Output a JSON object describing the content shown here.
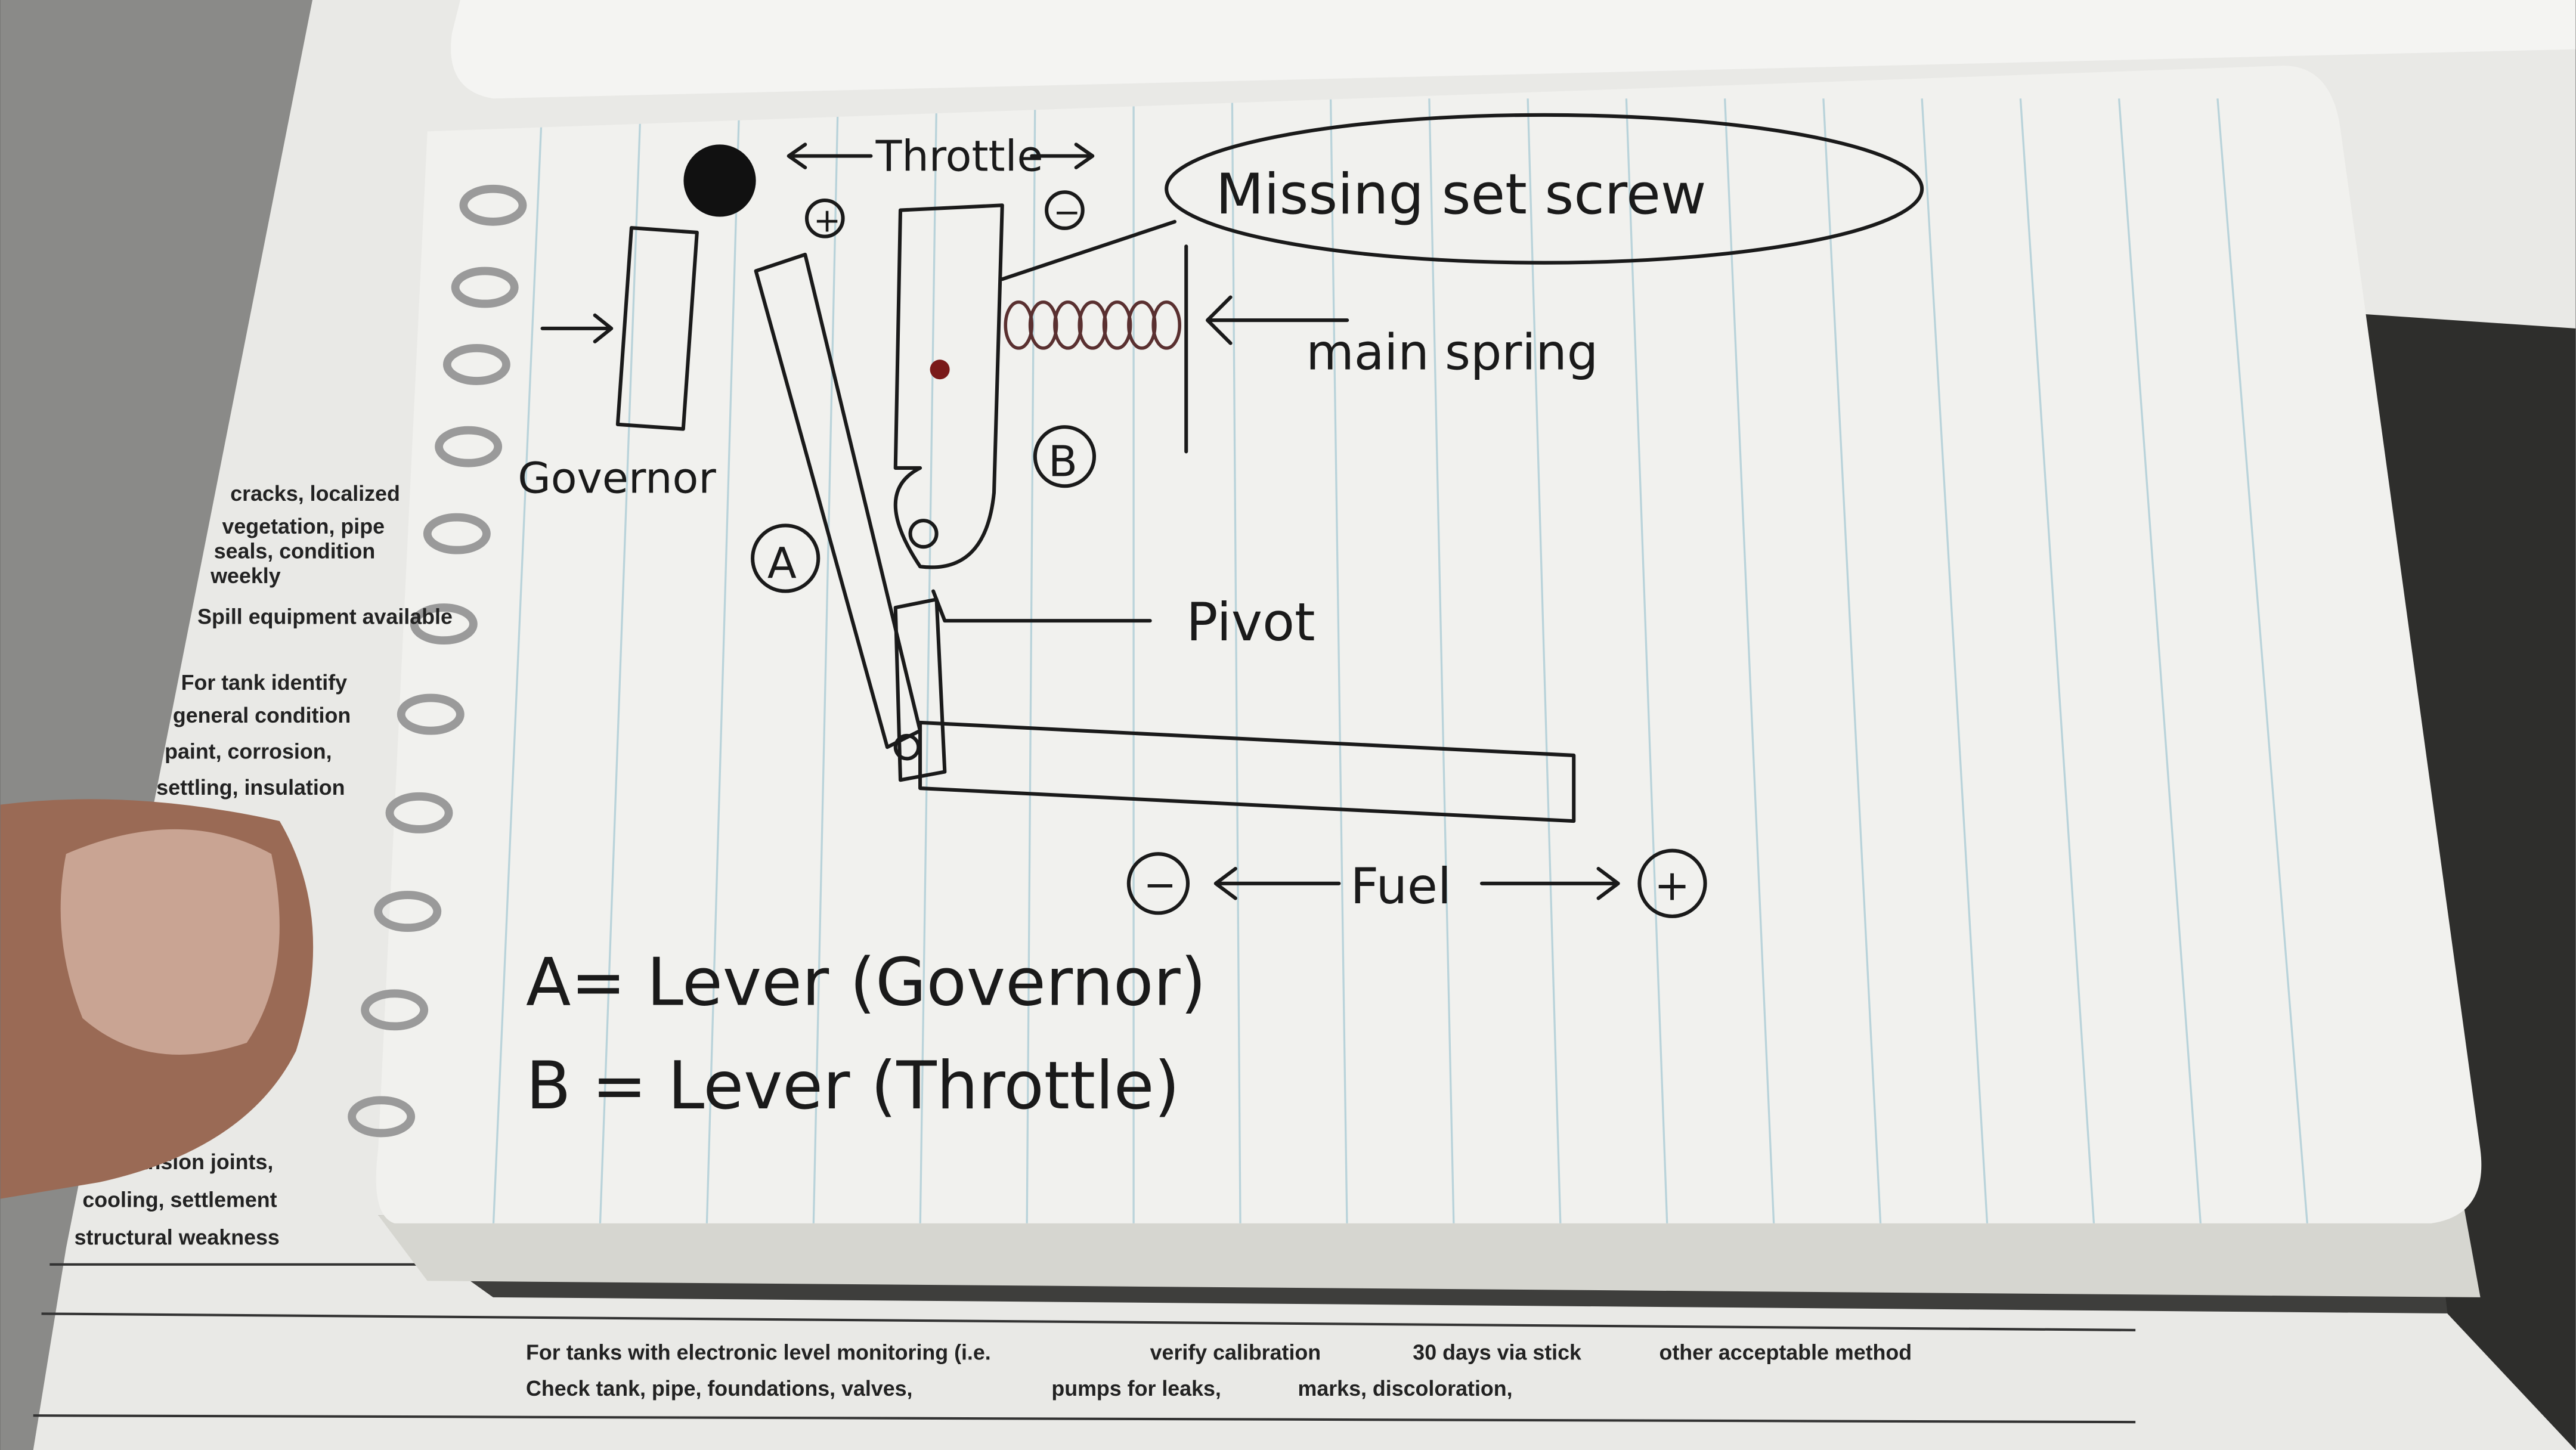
{
  "form_background": {
    "fragments": [
      "For tanks with electronic level monitoring (i.e.",
      "verify calibration",
      "30 days via stick",
      "other acceptable method",
      "Check tank, pipe, foundations, valves,",
      "pumps for leaks,",
      "marks, discoloration,",
      "cracks, localized",
      "vegetation, pipe",
      "seals, condition",
      "weekly",
      "Spill equipment available",
      "For tank identify",
      "general condition",
      "paint, corrosion,",
      "settling, insulation",
      "expansion joints,",
      "cooling, settlement",
      "structural weakness"
    ]
  },
  "diagram": {
    "throttle_label": "Throttle",
    "throttle_plus": "+",
    "throttle_minus": "−",
    "callout": "Missing set screw",
    "main_spring": "main spring",
    "governor": "Governor",
    "pivot": "Pivot",
    "marker_a": "A",
    "marker_b": "B",
    "fuel_label": "Fuel",
    "fuel_minus": "−",
    "fuel_plus": "+",
    "legend": [
      "A= Lever (Governor)",
      "B = Lever (Throttle)"
    ]
  },
  "colors": {
    "paper": "#f1f1ee",
    "rule_line": "#b9d3da",
    "ink": "#1a1a1a",
    "background": "#6f6f6f"
  }
}
